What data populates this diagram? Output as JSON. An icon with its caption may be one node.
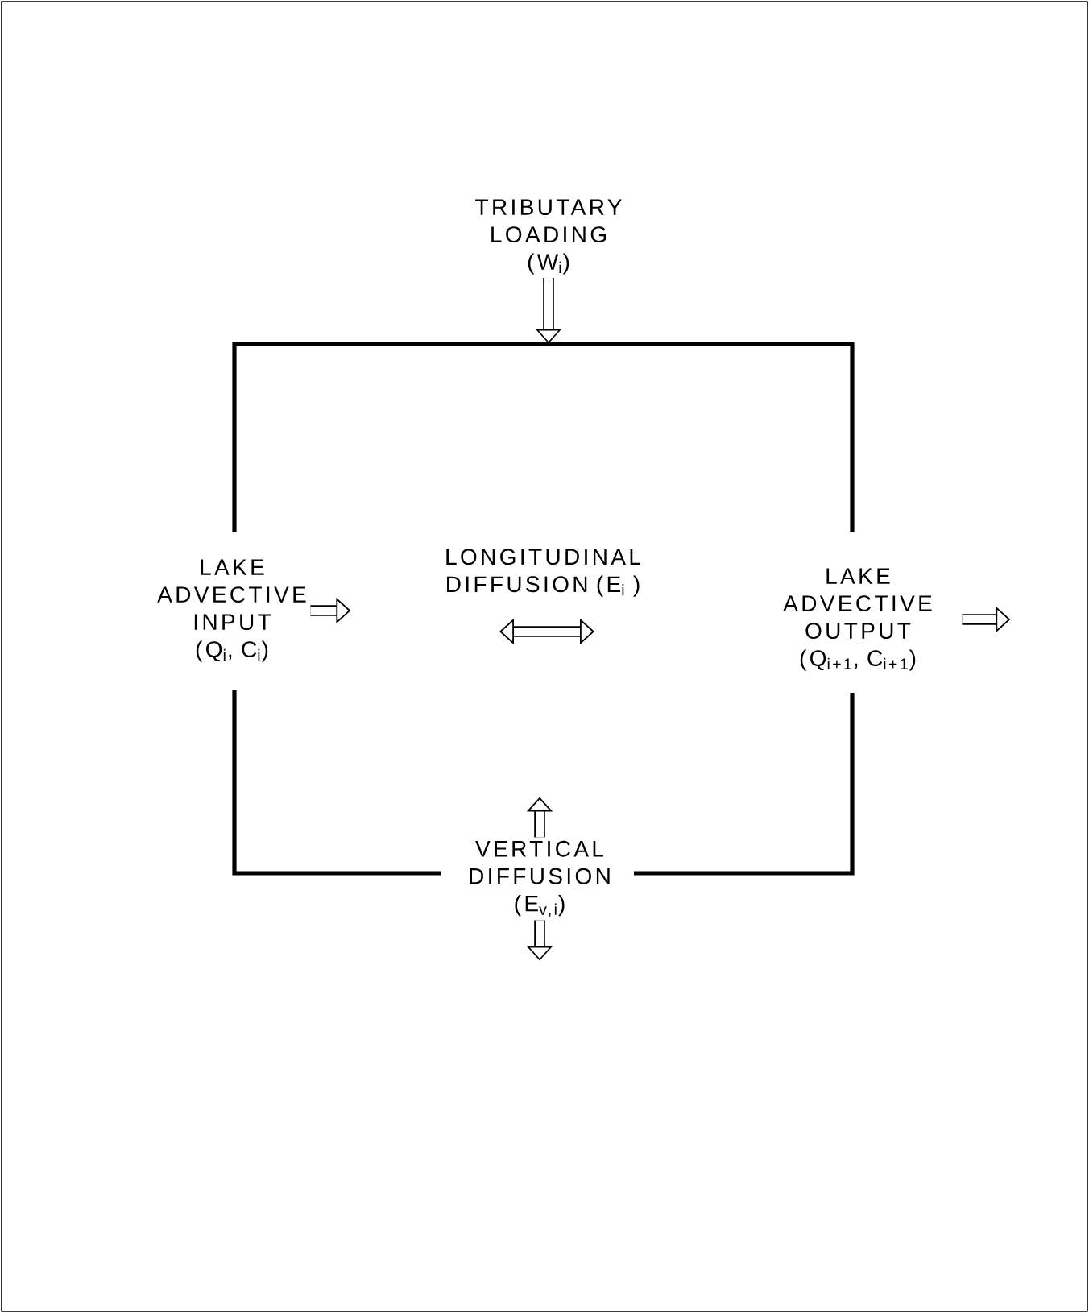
{
  "diagram": {
    "nodes": [
      {
        "text": [],
        "shape": "box"
      },
      {
        "text": [
          "TRIBUTARY LOADING (W$_{i}$)"
        ]
      },
      {
        "text": [
          "LAKE ADVECTIVE INPUT (Q$_{i}$, C$_{i}$)"
        ]
      },
      {
        "text": [
          "LONGITUDINAL DIFFUSION (E$_{i}$ )"
        ],
        "in": 0
      },
      {
        "text": [
          "LAKE ADVECTIVE OUTPUT (Q$_{i+1}$, C$_{i+1}$)"
        ]
      },
      {
        "text": [
          "VERTICAL DIFFUSION (E$_{v,i}$)"
        ]
      }
    ],
    "edges": [
      {
        "from": 1,
        "to": 0,
        "arrow": "to"
      },
      {
        "from": 2,
        "to": null,
        "arrow": "to"
      },
      {
        "from": 4,
        "to": null,
        "arrow": "to"
      },
      {
        "from": 5,
        "to": null,
        "arrow": "to"
      },
      {
        "from": 5,
        "to": null,
        "arrow": "to"
      }
    ]
  }
}
